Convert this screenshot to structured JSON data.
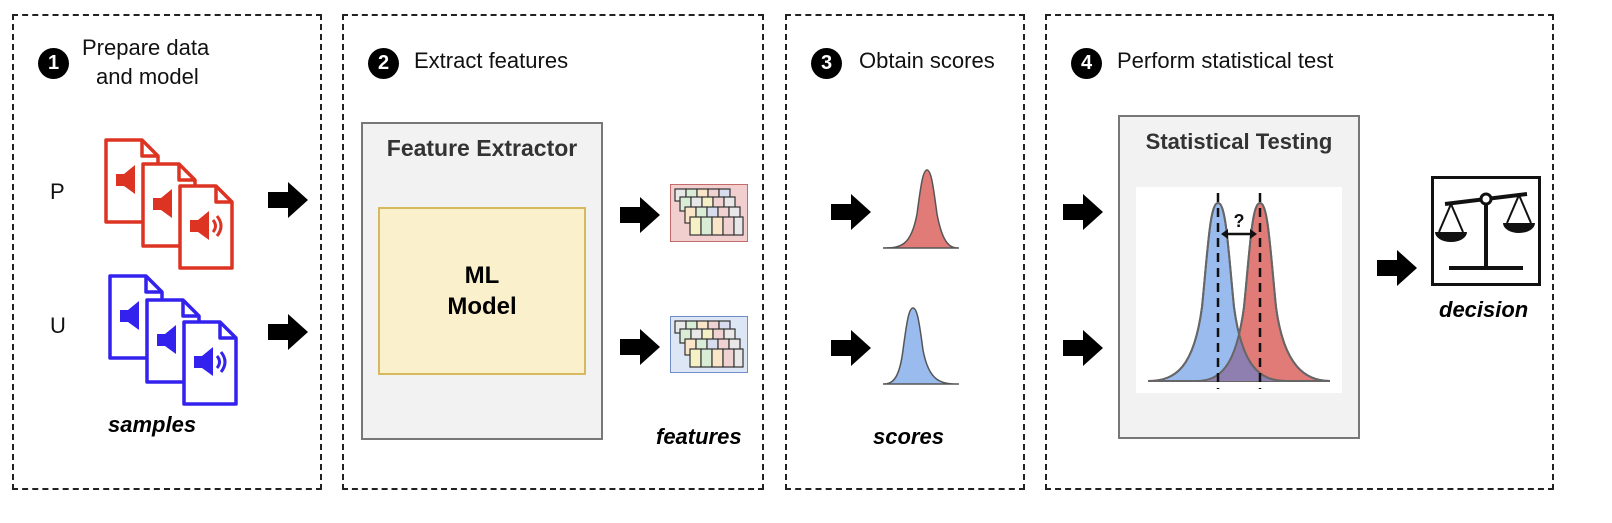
{
  "steps": [
    {
      "num": "1",
      "title_line1": "Prepare data",
      "title_line2": "and model"
    },
    {
      "num": "2",
      "title": "Extract features"
    },
    {
      "num": "3",
      "title": "Obtain scores"
    },
    {
      "num": "4",
      "title": "Perform statistical test"
    }
  ],
  "groups": {
    "p": "P",
    "u": "U"
  },
  "labels": {
    "samples": "samples",
    "features": "features",
    "scores": "scores",
    "decision": "decision"
  },
  "extractor": {
    "title": "Feature Extractor",
    "model_line1": "ML",
    "model_line2": "Model"
  },
  "testing": {
    "title": "Statistical Testing",
    "question": "?"
  },
  "colors": {
    "p_icon": "#dd3322",
    "u_icon": "#3322ee",
    "p_dist": "#e07b78",
    "u_dist": "#9abbed",
    "overlap": "#8f7fb0",
    "ml_fill": "#fbf0cc",
    "ml_border": "#d7b85c",
    "p_feature_bg": "#f2cfcf",
    "u_feature_bg": "#dce6f5"
  }
}
